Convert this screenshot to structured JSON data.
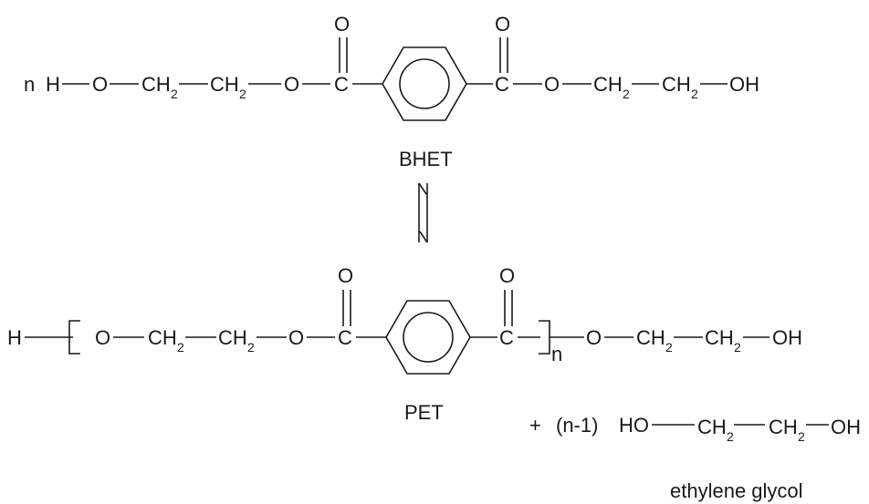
{
  "bhet": {
    "prefix": "n",
    "h": "H",
    "o": "O",
    "ch": "CH",
    "sub2": "2",
    "c": "C",
    "oh": "OH",
    "carbonyl_o": "O",
    "name": "BHET"
  },
  "pet": {
    "h": "H",
    "o": "O",
    "ch": "CH",
    "sub2": "2",
    "c": "C",
    "oh": "OH",
    "carbonyl_o": "O",
    "repeat_n": "n",
    "name": "PET"
  },
  "byproduct": {
    "plus": "+",
    "coefficient": "(n-1)",
    "ho": "HO",
    "ch": "CH",
    "sub2": "2",
    "oh": "OH",
    "name": "ethylene glycol"
  }
}
